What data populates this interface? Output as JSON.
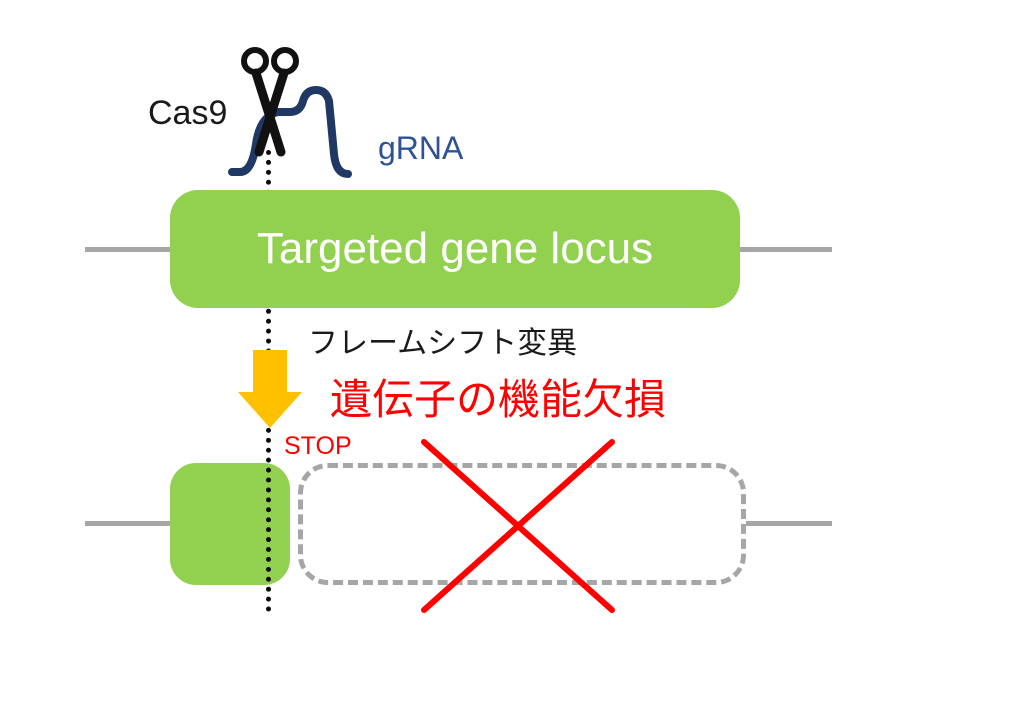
{
  "diagram": {
    "labels": {
      "cas9": "Cas9",
      "grna": "gRNA",
      "gene_locus": "Targeted gene locus",
      "frameshift": "フレームシフト変異",
      "loss_of_function": "遺伝子の機能欠損",
      "stop": "STOP"
    },
    "icons": {
      "scissors": "scissors-icon",
      "grna_curve": "grna-hairpin-icon",
      "down_arrow": "down-arrow-icon",
      "red_cross": "x-cross-icon"
    },
    "colors": {
      "green": "#92D050",
      "orange": "#FFC000",
      "navy": "#1F3864",
      "navy-text": "#2E5395",
      "red": "#FF0000",
      "gray": "#A6A6A6",
      "ink": "#1A1A1A"
    }
  }
}
